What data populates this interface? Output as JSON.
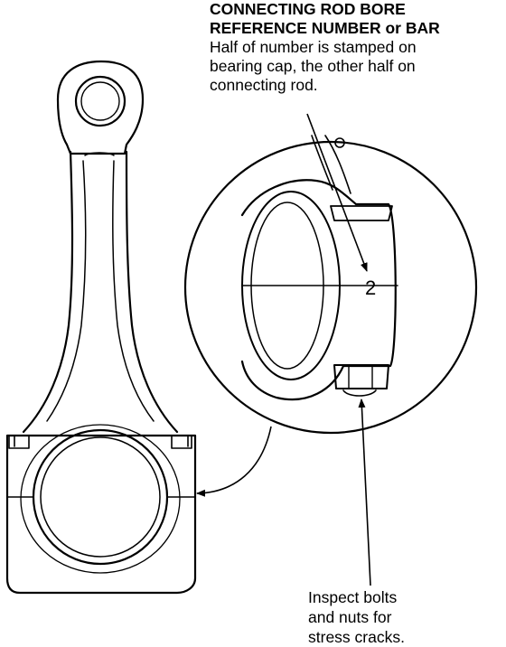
{
  "callout_top": {
    "title_lines": [
      "CONNECTING ROD BORE",
      "REFERENCE NUMBER or BAR"
    ],
    "body_lines": [
      "Half of number is stamped on",
      "bearing cap, the other half on",
      "connecting rod."
    ]
  },
  "stamp_number": "2",
  "callout_bottom": {
    "lines": [
      "Inspect bolts",
      "and nuts for",
      "stress cracks."
    ]
  }
}
